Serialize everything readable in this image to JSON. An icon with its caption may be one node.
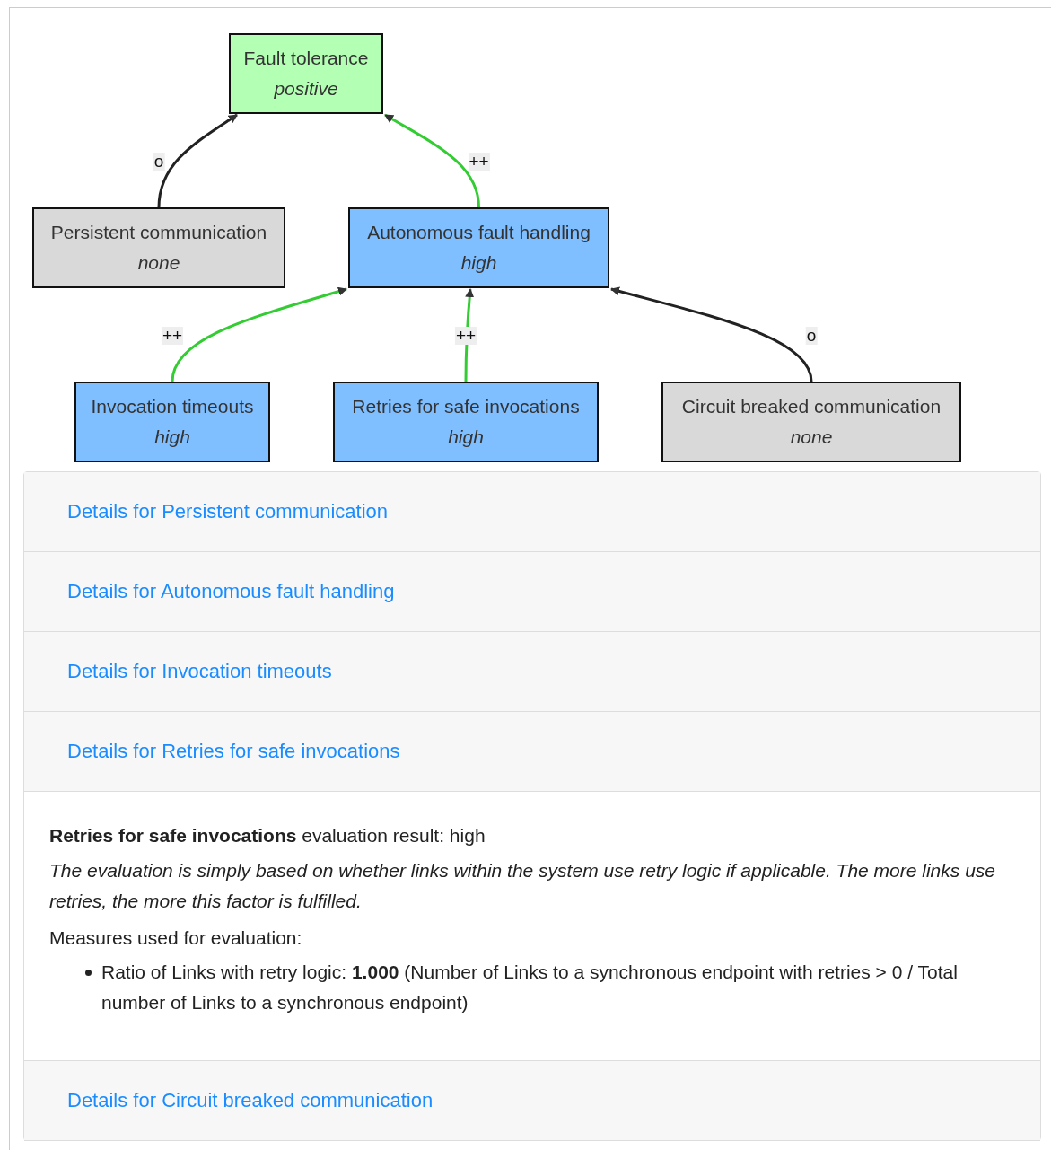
{
  "diagram": {
    "nodes": [
      {
        "text": [
          "Fault tolerance",
          "positive"
        ]
      },
      {
        "text": [
          "Persistent communication",
          "none"
        ]
      },
      {
        "text": [
          "Autonomous fault handling",
          "high"
        ]
      },
      {
        "text": [
          "Invocation timeouts",
          "high"
        ]
      },
      {
        "text": [
          "Retries for safe invocations",
          "high"
        ]
      },
      {
        "text": [
          "Circuit breaked communication",
          "none"
        ]
      }
    ],
    "edges": [
      {
        "from": 1,
        "to": 0,
        "arrow": "to",
        "label": "o",
        "color": "#222222"
      },
      {
        "from": 2,
        "to": 0,
        "arrow": "to",
        "label": "++",
        "color": "#33cc33"
      },
      {
        "from": 3,
        "to": 2,
        "arrow": "to",
        "label": "++",
        "color": "#33cc33"
      },
      {
        "from": 4,
        "to": 2,
        "arrow": "to",
        "label": "++",
        "color": "#33cc33"
      },
      {
        "from": 5,
        "to": 2,
        "arrow": "to",
        "label": "o",
        "color": "#222222"
      }
    ],
    "labels": [
      "Details for Persistent communication",
      "Details for Autonomous fault handling",
      "Details for Invocation timeouts",
      "Details for Retries for safe invocations",
      "**Retries for safe invocations** evaluation result: high",
      "The evaluation is simply based on whether links within the system use retry logic if applicable. The more links use retries, the more this factor is fulfilled.",
      "Measures used for evaluation:",
      "Ratio of Links with retry logic: **1.000** (Number of Links to a synchronous endpoint with retries > 0 / Total number of Links to a synchronous endpoint)",
      "Details for Circuit breaked communication"
    ]
  }
}
